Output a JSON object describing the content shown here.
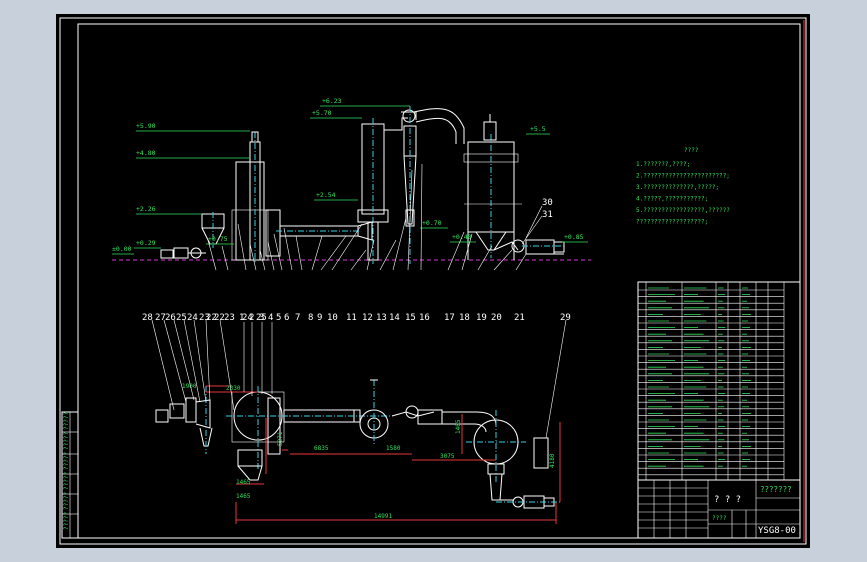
{
  "drawing": {
    "elevations": [
      "+5.90",
      "+4.80",
      "+2.26",
      "±0.00",
      "+0.29",
      "+0.75",
      "+6.23",
      "+5.70",
      "+2.54",
      "+0.70",
      "+5.5",
      "+0.40",
      "+0.85"
    ],
    "part_numbers_top": [
      "1",
      "2",
      "3",
      "4",
      "5",
      "6",
      "7",
      "8",
      "9",
      "10",
      "11",
      "12",
      "13",
      "14",
      "15",
      "16",
      "17",
      "18",
      "19",
      "20",
      "21",
      "22",
      "23",
      "24",
      "25"
    ],
    "part_numbers_side": [
      "30",
      "31"
    ],
    "part_numbers_plan": [
      "28",
      "27",
      "26",
      "25",
      "24",
      "23",
      "22",
      "29"
    ],
    "dimensions": [
      "1900",
      "2330",
      "5271",
      "6835",
      "1580",
      "1465",
      "3075",
      "1405",
      "4180",
      "1465",
      "14991"
    ],
    "notes_title": "????",
    "notes": [
      "1.???????,????;",
      "2.???????????????????????;",
      "3.??????????????,?????;",
      "4.?????,???????????;",
      "5.?????????????????,??????",
      "  ???????????????????;"
    ],
    "title_block": {
      "name_placeholder": "? ? ?",
      "subtitle_placeholder": "???????",
      "drawing_number": "YSG8-00",
      "small_label": "????"
    },
    "left_strip_labels": [
      "?????",
      "?????",
      "?????",
      "?????",
      "?????",
      "?????"
    ]
  },
  "colors": {
    "background": "#000000",
    "lines": "#ffffff",
    "border": "#e8383a",
    "centerline": "#39d0e0",
    "text": "#2fe05a",
    "groundline": "#d63ad6"
  }
}
